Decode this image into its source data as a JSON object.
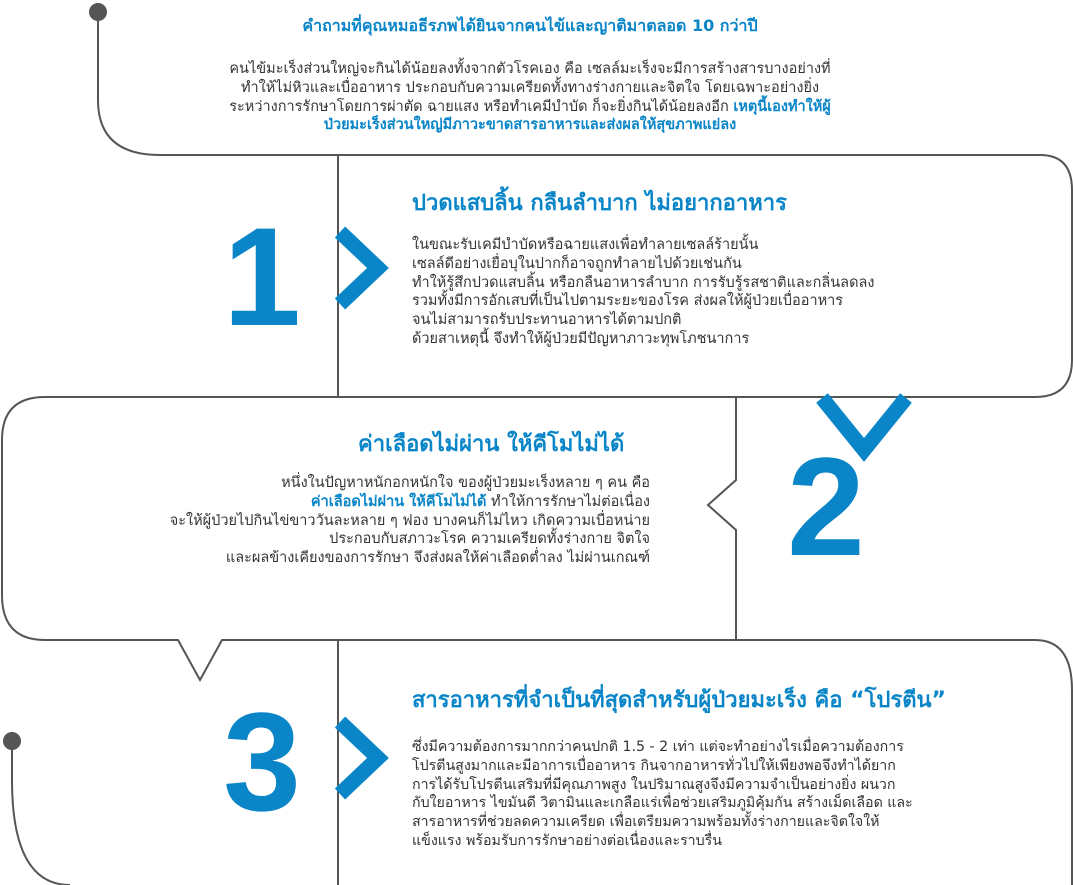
{
  "intro": {
    "title": "คำถามที่คุณหมอธีรภพได้ยินจากคนไข้และญาติมาตลอด 10 กว่าปี",
    "lines": [
      "คนไข้มะเร็งส่วนใหญ่จะกินได้น้อยลงทั้งจากตัวโรคเอง คือ เซลล์มะเร็งจะมีการสร้างสารบางอย่างที่",
      "ทำให้ไม่หิวและเบื่ออาหาร ประกอบกับความเครียดทั้งทางร่างกายและจิตใจ โดยเฉพาะอย่างยิ่ง",
      "ระหว่างการรักษาโดยการผ่าตัด ฉายแสง หรือทำเคมีบำบัด ก็จะยิ่งกินได้น้อยลงอีก"
    ],
    "highlight_part1": "เหตุนี้เองทำให้ผู้",
    "highlight_part2": "ป่วยมะเร็งส่วนใหญ่มีภาวะขาดสารอาหารและส่งผลให้สุขภาพแย่ลง"
  },
  "section1": {
    "number": "1",
    "heading": "ปวดแสบลิ้น กลืนลำบาก ไม่อยากอาหาร",
    "lines": [
      "ในขณะรับเคมีบำบัดหรือฉายแสงเพื่อทำลายเซลล์ร้ายนั้น",
      "เซลล์ดีอย่างเยื่อบุในปากก็อาจถูกทำลายไปด้วยเช่นกัน",
      "ทำให้รู้สึกปวดแสบลิ้น หรือกลืนอาหารลำบาก การรับรู้รสชาติและกลิ่นลดลง",
      "รวมทั้งมีการอักเสบที่เป็นไปตามระยะของโรค ส่งผลให้ผู้ป่วยเบื่ออาหาร",
      "จนไม่สามารถรับประทานอาหารได้ตามปกติ",
      "ด้วยสาเหตุนี้ จึงทำให้ผู้ป่วยมีปัญหาภาวะทุพโภชนาการ"
    ]
  },
  "section2": {
    "number": "2",
    "heading": "ค่าเลือดไม่ผ่าน ให้คีโมไม่ได้",
    "line1": "หนึ่งในปัญหาหนักอกหนักใจ ของผู้ป่วยมะเร็งหลาย ๆ คน คือ",
    "line2_highlight": "ค่าเลือดไม่ผ่าน ให้คีโมไม่ได้",
    "line2_rest": " ทำให้การรักษาไม่ต่อเนื่อง",
    "lines_rest": [
      "จะให้ผู้ป่วยไปกินไข่ขาววันละหลาย ๆ ฟอง บางคนก็ไม่ไหว เกิดความเบื่อหน่าย",
      "ประกอบกับสภาวะโรค ความเครียดทั้งร่างกาย จิตใจ",
      "และผลข้างเคียงของการรักษา จึงส่งผลให้ค่าเลือดต่ำลง ไม่ผ่านเกณฑ์"
    ]
  },
  "section3": {
    "number": "3",
    "heading": "สารอาหารที่จำเป็นที่สุดสำหรับผู้ป่วยมะเร็ง คือ “โปรตีน”",
    "lines": [
      "ซึ่งมีความต้องการมากกว่าคนปกติ 1.5 - 2 เท่า แต่จะทำอย่างไรเมื่อความต้องการ",
      "โปรตีนสูงมากและมีอาการเบื่ออาหาร กินจากอาหารทั่วไปให้เพียงพอจึงทำได้ยาก",
      "การได้รับโปรตีนเสริมที่มีคุณภาพสูง ในปริมาณสูงจึงมีความจำเป็นอย่างยิ่ง ผนวก",
      "กับใยอาหาร ไขมันดี วิตามินและเกลือแร่เพื่อช่วยเสริมภูมิคุ้มกัน สร้างเม็ดเลือด และ",
      "สารอาหารที่ช่วยลดความเครียด เพื่อเตรียมความพร้อมทั้งร่างกายและจิตใจให้",
      "แข็งแรง พร้อมรับการรักษาอย่างต่อเนื่องและราบรื่น"
    ]
  },
  "colors": {
    "accent": "#0a86c8",
    "line": "#555555",
    "text": "#333333"
  }
}
